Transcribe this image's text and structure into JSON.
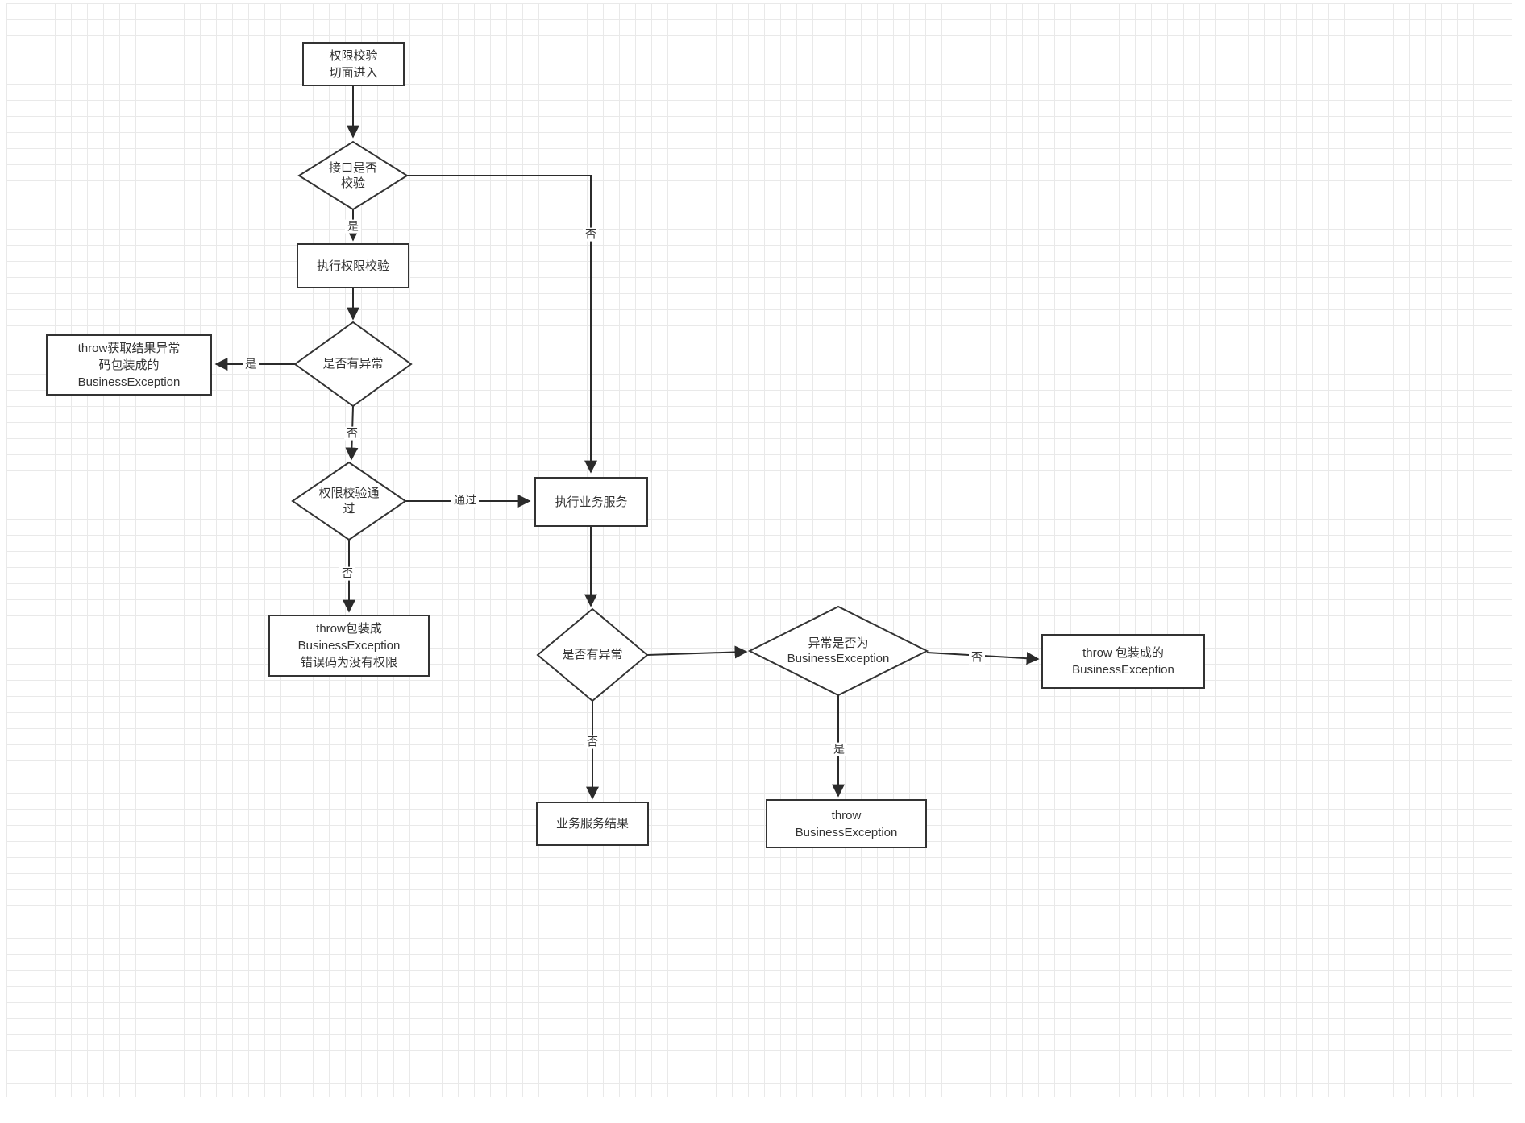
{
  "diagram": {
    "nodes": {
      "start": "权限校验\n切面进入",
      "check_interface": "接口是否\n校验",
      "exec_permission": "执行权限校验",
      "has_exception_1": "是否有异常",
      "throw_result_exception": "throw获取结果异常\n码包装成的\nBusinessException",
      "permission_passed": "权限校验通\n过",
      "exec_business": "执行业务服务",
      "throw_no_permission": "throw包装成\nBusinessException\n错误码为没有权限",
      "has_exception_2": "是否有异常",
      "is_business_exception": "异常是否为\nBusinessException",
      "throw_wrapped": "throw 包装成的\nBusinessException",
      "business_result": "业务服务结果",
      "throw_business_exception": "throw\nBusinessException"
    },
    "edge_labels": {
      "interface_no": "否",
      "interface_yes": "是",
      "exception1_yes": "是",
      "exception1_no": "否",
      "passed_yes": "通过",
      "passed_no": "否",
      "exception2_no": "否",
      "bizexc_no": "否",
      "bizexc_yes": "是"
    },
    "colors": {
      "line": "#2b2b2b",
      "node_border": "#333333",
      "node_fill": "#ffffff",
      "grid": "#e9e9e9",
      "text": "#333333"
    }
  }
}
